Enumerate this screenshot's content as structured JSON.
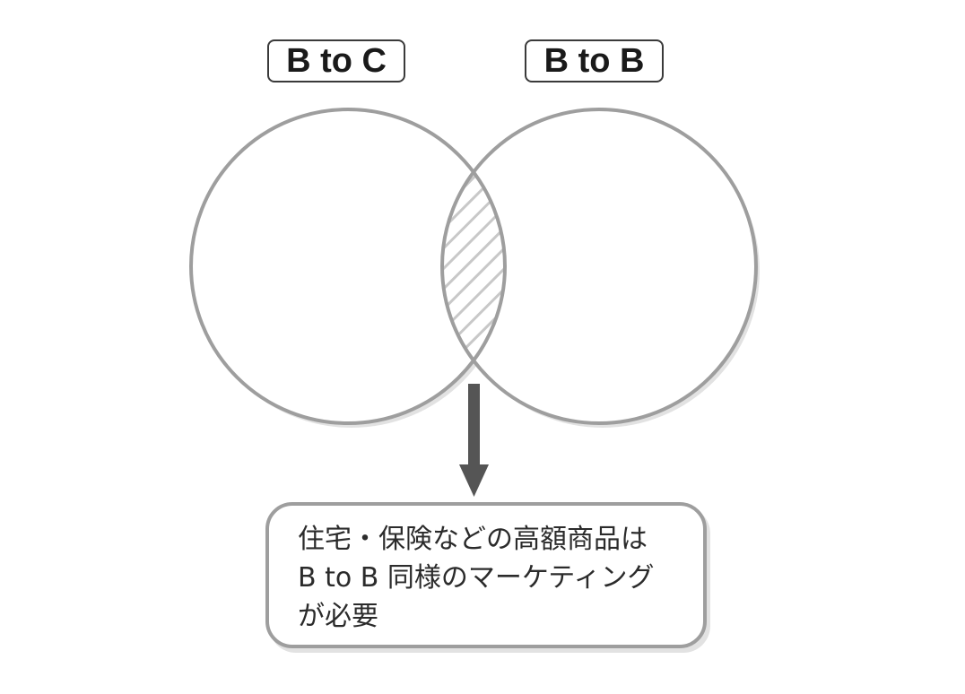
{
  "diagram": {
    "left_set_label": "B to C",
    "right_set_label": "B to B",
    "note_lines": [
      "住宅・保険などの高額商品は",
      "B to B 同様のマーケティング",
      "が必要"
    ]
  },
  "colors": {
    "circle_stroke": "#9e9e9e",
    "shadow": "#e2e2e2",
    "hatch": "#c8c8c8",
    "arrow": "#555555",
    "label_border": "#3a3a3a",
    "text": "#2b2b2b"
  }
}
